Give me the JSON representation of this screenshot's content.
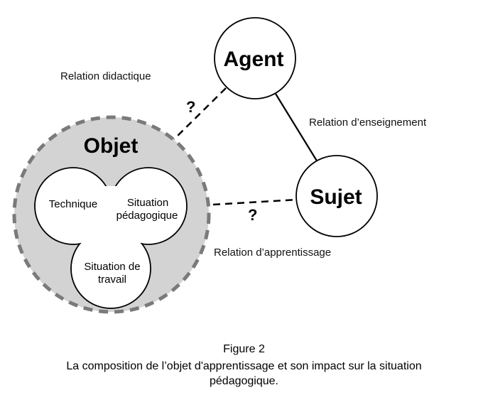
{
  "nodes": {
    "agent": "Agent",
    "sujet": "Sujet",
    "objet": "Objet"
  },
  "objet_components": {
    "technique": "Technique",
    "situation_pedagogique_line1": "Situation",
    "situation_pedagogique_line2": "pédagogique",
    "situation_travail_line1": "Situation de",
    "situation_travail_line2": "travail"
  },
  "relations": {
    "didactique": "Relation didactique",
    "enseignement": "Relation d’enseignement",
    "apprentissage": "Relation d’apprentissage",
    "unknown_marker": "?"
  },
  "caption": {
    "figure": "Figure 2",
    "line1": "La composition de l’objet d'apprentissage et son impact sur la situation",
    "line2": "pédagogique."
  },
  "colors": {
    "objet_fill": "#d3d3d3",
    "objet_border": "#7a7a7a",
    "line": "#000000"
  }
}
